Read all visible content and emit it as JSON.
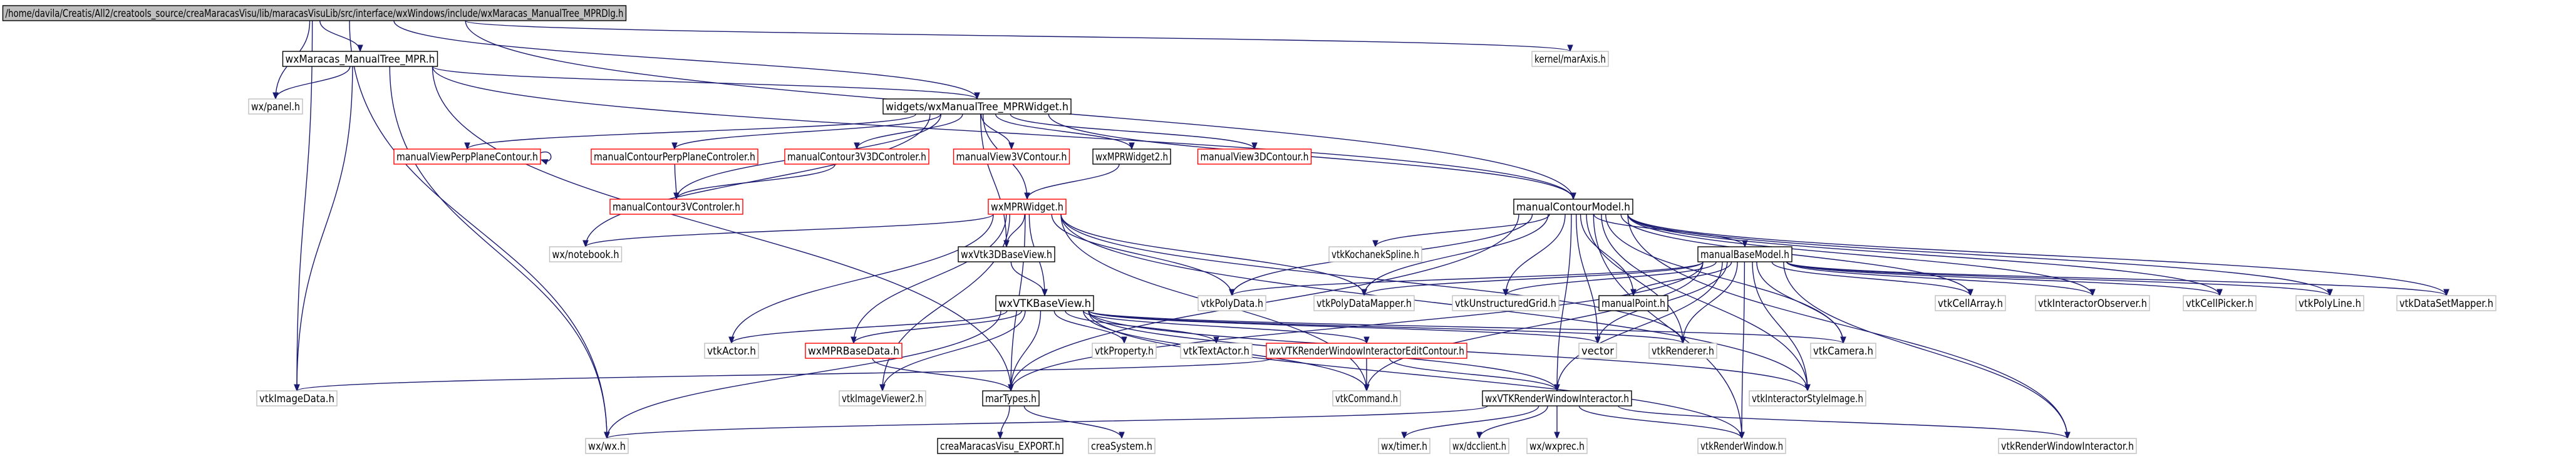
{
  "colors": {
    "edge": "#191970",
    "black_border": "#000000",
    "red_border": "#ff0000",
    "gray_border": "#bfbfbf",
    "root_fill": "#bfbfbf",
    "fill": "#ffffff"
  },
  "nodes": [
    {
      "id": "root",
      "label": "/home/davila/Creatis/All2/creatools_source/creaMaracasVisu/lib/maracasVisuLib/src/interface/wxWindows/include/wxMaracas_ManualTree_MPRDlg.h",
      "kind": "root"
    },
    {
      "id": "kernel",
      "label": "kernel/marAxis.h",
      "kind": "gray"
    },
    {
      "id": "mpr",
      "label": "wxMaracas_ManualTree_MPR.h",
      "kind": "black"
    },
    {
      "id": "panel",
      "label": "wx/panel.h",
      "kind": "gray"
    },
    {
      "id": "widget",
      "label": "widgets/wxManualTree_MPRWidget.h",
      "kind": "black"
    },
    {
      "id": "perp",
      "label": "manualViewPerpPlaneContour.h",
      "kind": "red"
    },
    {
      "id": "perpctl",
      "label": "manualContourPerpPlaneControler.h",
      "kind": "red"
    },
    {
      "id": "c3vctl",
      "label": "manualContour3V3DControler.h",
      "kind": "red"
    },
    {
      "id": "v3v",
      "label": "manualView3VContour.h",
      "kind": "red"
    },
    {
      "id": "mprw2",
      "label": "wxMPRWidget2.h",
      "kind": "black"
    },
    {
      "id": "v3d",
      "label": "manualView3DContour.h",
      "kind": "red"
    },
    {
      "id": "model",
      "label": "manualContourModel.h",
      "kind": "black"
    },
    {
      "id": "c3v",
      "label": "manualContour3VControler.h",
      "kind": "red"
    },
    {
      "id": "mprw",
      "label": "wxMPRWidget.h",
      "kind": "red"
    },
    {
      "id": "notebook",
      "label": "wx/notebook.h",
      "kind": "gray"
    },
    {
      "id": "vtk3d",
      "label": "wxVtk3DBaseView.h",
      "kind": "black"
    },
    {
      "id": "kochanek",
      "label": "vtkKochanekSpline.h",
      "kind": "gray"
    },
    {
      "id": "basemodel",
      "label": "manualBaseModel.h",
      "kind": "black"
    },
    {
      "id": "vtkbase",
      "label": "wxVTKBaseView.h",
      "kind": "black"
    },
    {
      "id": "polydata",
      "label": "vtkPolyData.h",
      "kind": "gray"
    },
    {
      "id": "pdmapper",
      "label": "vtkPolyDataMapper.h",
      "kind": "gray"
    },
    {
      "id": "ugrid",
      "label": "vtkUnstructuredGrid.h",
      "kind": "gray"
    },
    {
      "id": "mpoint",
      "label": "manualPoint.h",
      "kind": "black"
    },
    {
      "id": "cellarray",
      "label": "vtkCellArray.h",
      "kind": "gray"
    },
    {
      "id": "iobs",
      "label": "vtkInteractorObserver.h",
      "kind": "gray"
    },
    {
      "id": "cellpicker",
      "label": "vtkCellPicker.h",
      "kind": "gray"
    },
    {
      "id": "polyline",
      "label": "vtkPolyLine.h",
      "kind": "gray"
    },
    {
      "id": "dsmapper",
      "label": "vtkDataSetMapper.h",
      "kind": "gray"
    },
    {
      "id": "actor",
      "label": "vtkActor.h",
      "kind": "gray"
    },
    {
      "id": "mprbase",
      "label": "wxMPRBaseData.h",
      "kind": "red"
    },
    {
      "id": "prop",
      "label": "vtkProperty.h",
      "kind": "gray"
    },
    {
      "id": "textactor",
      "label": "vtkTextActor.h",
      "kind": "gray"
    },
    {
      "id": "rwiec",
      "label": "wxVTKRenderWindowInteractorEditContour.h",
      "kind": "red"
    },
    {
      "id": "vector",
      "label": "vector",
      "kind": "gray"
    },
    {
      "id": "renderer",
      "label": "vtkRenderer.h",
      "kind": "gray"
    },
    {
      "id": "camera",
      "label": "vtkCamera.h",
      "kind": "gray"
    },
    {
      "id": "imagedata",
      "label": "vtkImageData.h",
      "kind": "gray"
    },
    {
      "id": "imgviewer",
      "label": "vtkImageViewer2.h",
      "kind": "gray"
    },
    {
      "id": "martypes",
      "label": "marTypes.h",
      "kind": "black"
    },
    {
      "id": "command",
      "label": "vtkCommand.h",
      "kind": "gray"
    },
    {
      "id": "rwi",
      "label": "wxVTKRenderWindowInteractor.h",
      "kind": "black"
    },
    {
      "id": "istyle",
      "label": "vtkInteractorStyleImage.h",
      "kind": "gray"
    },
    {
      "id": "wxh",
      "label": "wx/wx.h",
      "kind": "gray"
    },
    {
      "id": "export",
      "label": "creaMaracasVisu_EXPORT.h",
      "kind": "black"
    },
    {
      "id": "creasys",
      "label": "creaSystem.h",
      "kind": "gray"
    },
    {
      "id": "timer",
      "label": "wx/timer.h",
      "kind": "gray"
    },
    {
      "id": "dcclient",
      "label": "wx/dcclient.h",
      "kind": "gray"
    },
    {
      "id": "wxprec",
      "label": "wx/wxprec.h",
      "kind": "gray"
    },
    {
      "id": "renwin",
      "label": "vtkRenderWindow.h",
      "kind": "gray"
    },
    {
      "id": "rwinteractor",
      "label": "vtkRenderWindowInteractor.h",
      "kind": "gray"
    }
  ],
  "edges": [
    [
      "root",
      "kernel"
    ],
    [
      "root",
      "mpr"
    ],
    [
      "root",
      "panel"
    ],
    [
      "root",
      "widget"
    ],
    [
      "root",
      "model"
    ],
    [
      "root",
      "imagedata"
    ],
    [
      "root",
      "wxh"
    ],
    [
      "mpr",
      "panel"
    ],
    [
      "mpr",
      "widget"
    ],
    [
      "mpr",
      "model"
    ],
    [
      "mpr",
      "imagedata"
    ],
    [
      "mpr",
      "wxh"
    ],
    [
      "mpr",
      "martypes"
    ],
    [
      "widget",
      "perp"
    ],
    [
      "widget",
      "perpctl"
    ],
    [
      "widget",
      "c3vctl"
    ],
    [
      "widget",
      "v3v"
    ],
    [
      "widget",
      "mprw2"
    ],
    [
      "widget",
      "v3d"
    ],
    [
      "widget",
      "model"
    ],
    [
      "widget",
      "mprw"
    ],
    [
      "widget",
      "c3v"
    ],
    [
      "widget",
      "notebook"
    ],
    [
      "widget",
      "vtk3d"
    ],
    [
      "perp",
      "perp"
    ],
    [
      "perpctl",
      "c3v"
    ],
    [
      "c3vctl",
      "c3v"
    ],
    [
      "mprw2",
      "mprw"
    ],
    [
      "mprw",
      "notebook"
    ],
    [
      "mprw",
      "vtk3d"
    ],
    [
      "mprw",
      "vtkbase"
    ],
    [
      "mprw",
      "mprbase"
    ],
    [
      "mprw",
      "polydata"
    ],
    [
      "mprw",
      "pdmapper"
    ],
    [
      "mprw",
      "actor"
    ],
    [
      "mprw",
      "imgviewer"
    ],
    [
      "mprw",
      "martypes"
    ],
    [
      "mprw",
      "command"
    ],
    [
      "mprw",
      "istyle"
    ],
    [
      "mprw",
      "renderer"
    ],
    [
      "vtk3d",
      "vtkbase"
    ],
    [
      "model",
      "kochanek"
    ],
    [
      "model",
      "basemodel"
    ],
    [
      "model",
      "polydata"
    ],
    [
      "model",
      "pdmapper"
    ],
    [
      "model",
      "ugrid"
    ],
    [
      "model",
      "mpoint"
    ],
    [
      "model",
      "cellarray"
    ],
    [
      "model",
      "iobs"
    ],
    [
      "model",
      "cellpicker"
    ],
    [
      "model",
      "polyline"
    ],
    [
      "model",
      "dsmapper"
    ],
    [
      "model",
      "vector"
    ],
    [
      "model",
      "renderer"
    ],
    [
      "model",
      "camera"
    ],
    [
      "model",
      "martypes"
    ],
    [
      "model",
      "rwi"
    ],
    [
      "model",
      "istyle"
    ],
    [
      "model",
      "renwin"
    ],
    [
      "model",
      "rwinteractor"
    ],
    [
      "basemodel",
      "polydata"
    ],
    [
      "basemodel",
      "pdmapper"
    ],
    [
      "basemodel",
      "ugrid"
    ],
    [
      "basemodel",
      "mpoint"
    ],
    [
      "basemodel",
      "cellarray"
    ],
    [
      "basemodel",
      "iobs"
    ],
    [
      "basemodel",
      "cellpicker"
    ],
    [
      "basemodel",
      "polyline"
    ],
    [
      "basemodel",
      "dsmapper"
    ],
    [
      "basemodel",
      "vector"
    ],
    [
      "basemodel",
      "renderer"
    ],
    [
      "basemodel",
      "camera"
    ],
    [
      "basemodel",
      "martypes"
    ],
    [
      "basemodel",
      "rwi"
    ],
    [
      "basemodel",
      "istyle"
    ],
    [
      "basemodel",
      "renwin"
    ],
    [
      "basemodel",
      "rwinteractor"
    ],
    [
      "basemodel",
      "command"
    ],
    [
      "vtkbase",
      "actor"
    ],
    [
      "vtkbase",
      "mprbase"
    ],
    [
      "vtkbase",
      "prop"
    ],
    [
      "vtkbase",
      "textactor"
    ],
    [
      "vtkbase",
      "rwiec"
    ],
    [
      "vtkbase",
      "vector"
    ],
    [
      "vtkbase",
      "renderer"
    ],
    [
      "vtkbase",
      "camera"
    ],
    [
      "vtkbase",
      "imgviewer"
    ],
    [
      "vtkbase",
      "martypes"
    ],
    [
      "vtkbase",
      "command"
    ],
    [
      "vtkbase",
      "rwi"
    ],
    [
      "vtkbase",
      "istyle"
    ],
    [
      "vtkbase",
      "wxh"
    ],
    [
      "vtkbase",
      "renwin"
    ],
    [
      "mprbase",
      "martypes"
    ],
    [
      "rwiec",
      "imagedata"
    ],
    [
      "rwiec",
      "command"
    ],
    [
      "rwiec",
      "rwi"
    ],
    [
      "martypes",
      "export"
    ],
    [
      "martypes",
      "creasys"
    ],
    [
      "rwi",
      "wxh"
    ],
    [
      "rwi",
      "timer"
    ],
    [
      "rwi",
      "dcclient"
    ],
    [
      "rwi",
      "wxprec"
    ],
    [
      "rwi",
      "renwin"
    ],
    [
      "rwi",
      "rwinteractor"
    ]
  ]
}
